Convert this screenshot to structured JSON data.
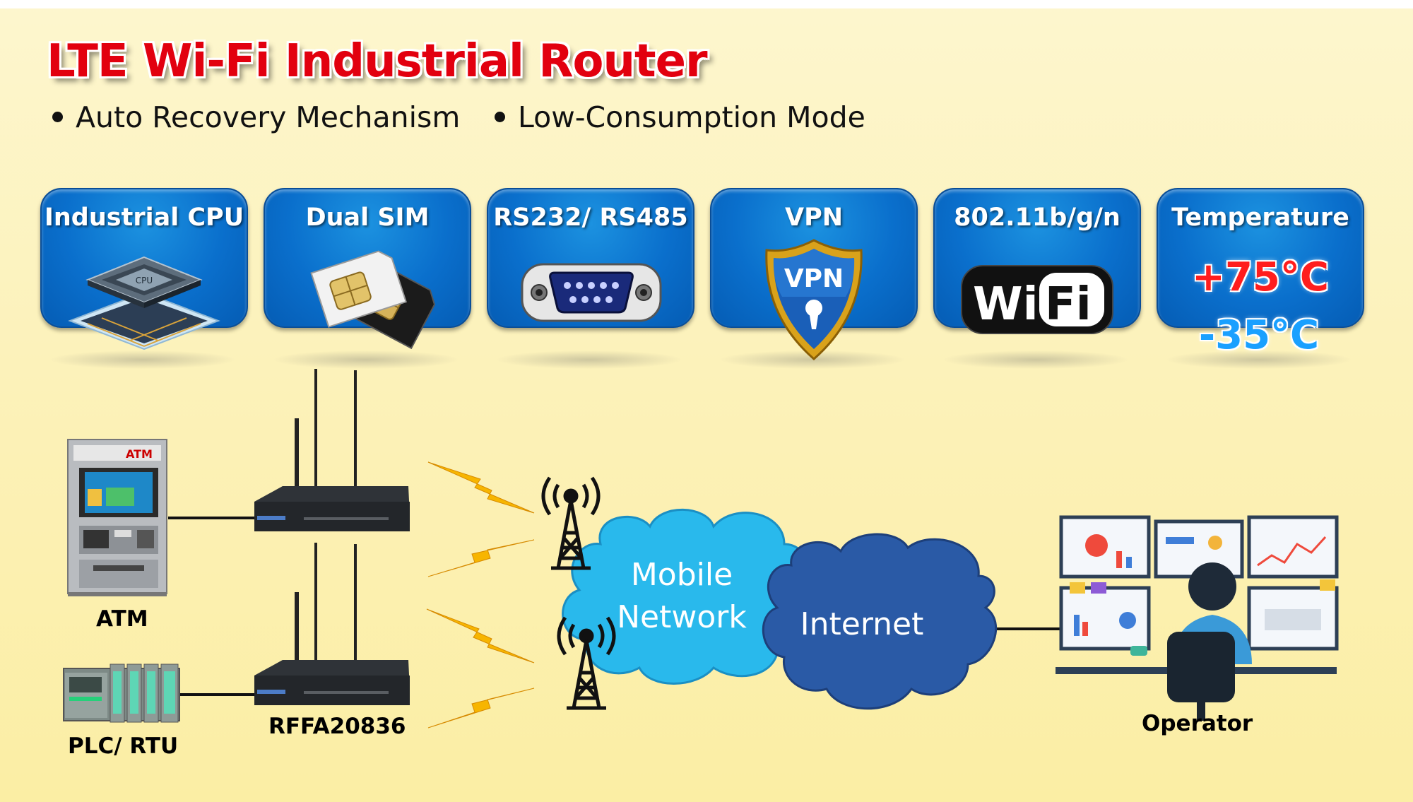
{
  "title": "LTE Wi-Fi Industrial Router",
  "features": [
    "Auto Recovery Mechanism",
    "Low-Consumption Mode"
  ],
  "cards": [
    {
      "label": "Industrial CPU",
      "icon": "cpu-chip-icon"
    },
    {
      "label": "Dual SIM",
      "icon": "sim-card-icon"
    },
    {
      "label": "RS232/ RS485",
      "icon": "db9-serial-port-icon"
    },
    {
      "label": "VPN",
      "icon": "vpn-shield-icon",
      "badge": "VPN"
    },
    {
      "label": "802.11b/g/n",
      "icon": "wifi-logo-icon",
      "logo": {
        "left": "Wi",
        "right": "Fi"
      }
    },
    {
      "label": "Temperature",
      "icon": "thermometer-icon",
      "high": "+75°C",
      "low": "-35°C"
    }
  ],
  "diagram": {
    "devices": [
      {
        "label": "ATM",
        "icon": "atm-machine-icon"
      },
      {
        "label": "PLC/ RTU",
        "icon": "plc-rack-icon"
      }
    ],
    "router_label": "RFFA20836",
    "clouds": {
      "mobile_line1": "Mobile",
      "mobile_line2": "Network",
      "internet": "Internet"
    },
    "operator_label": "Operator",
    "colors": {
      "title_red": "#e2000f",
      "card_blue": "#0a6fcc",
      "mobile_cloud": "#29b9ec",
      "internet_cloud": "#2a5aa6",
      "lightning": "#f7b500",
      "hot": "#ff1d1d",
      "cold": "#1aa0ff"
    }
  }
}
